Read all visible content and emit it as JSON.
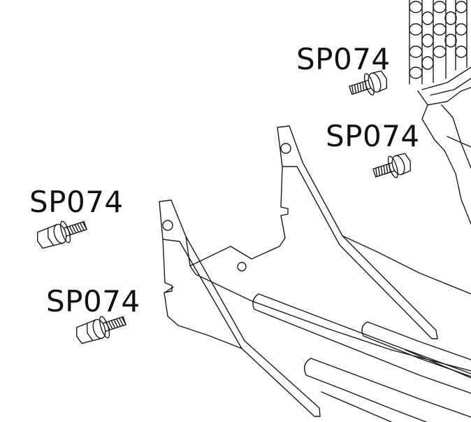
{
  "diagram": {
    "callouts": [
      {
        "id": "screw-1",
        "part": "SP074"
      },
      {
        "id": "screw-2",
        "part": "SP074"
      },
      {
        "id": "screw-3",
        "part": "SP074"
      },
      {
        "id": "screw-4",
        "part": "SP074"
      }
    ]
  },
  "colors": {
    "line": "#1a1a1a",
    "background": "#ffffff"
  }
}
